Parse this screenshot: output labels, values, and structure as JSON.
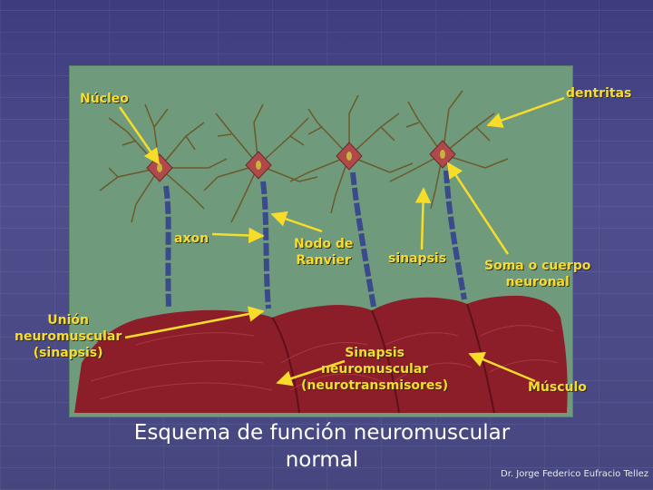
{
  "labels": {
    "nucleo": "Núcleo",
    "dentritas": "dentritas",
    "axon": "axon",
    "nodo": [
      "Nodo de",
      "Ranvier"
    ],
    "sinapsis": "sinapsis",
    "soma": [
      "Soma o cuerpo",
      "neuronal"
    ],
    "union": [
      "Unión",
      "neuromuscular",
      "(sinapsis)"
    ],
    "sinapsis_nm": [
      "Sinapsis",
      "neuromuscular",
      "(neurotransmisores)"
    ],
    "musculo": "Músculo"
  },
  "title_lines": [
    "Esquema de función neuromuscular",
    "normal"
  ],
  "credit": "Dr. Jorge Federico Eufracio Tellez",
  "colors": {
    "label": "#f7dc2a",
    "panel": "#6f9a7c",
    "muscle": "#8c1e2a",
    "axon": "#3a4a8c",
    "soma": "#b04a4a",
    "dendrite": "#6b5a2a"
  }
}
